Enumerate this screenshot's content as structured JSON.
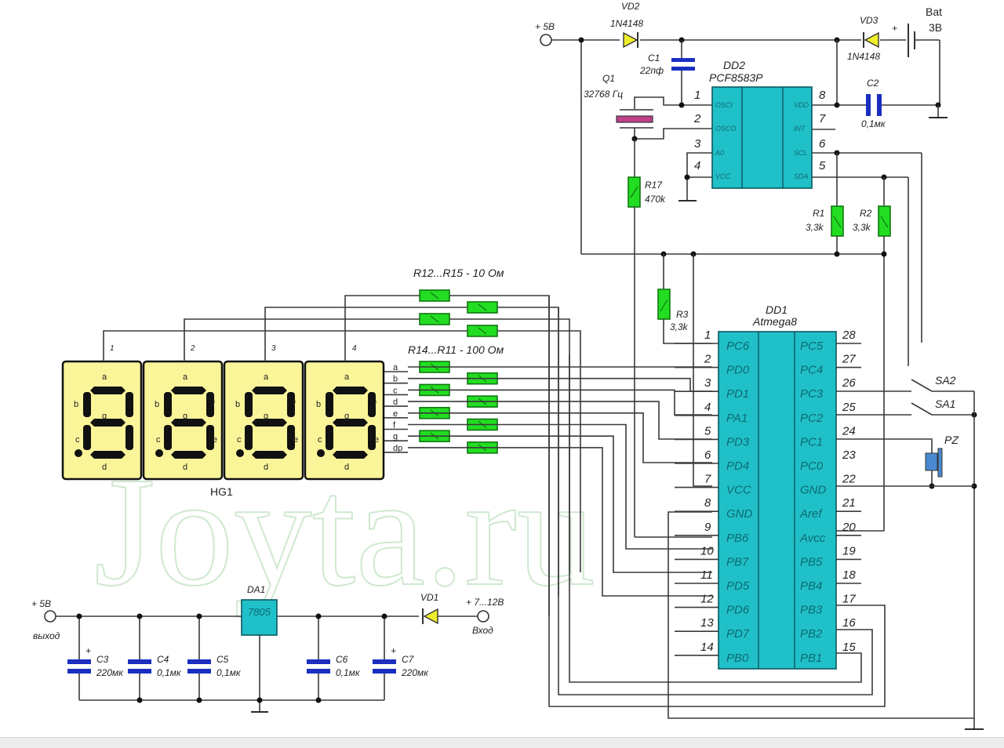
{
  "watermark": "Joyta.ru",
  "power_top": {
    "terminal_label": "+ 5B"
  },
  "vd2": {
    "ref": "VD2",
    "part": "1N4148"
  },
  "vd3": {
    "ref": "VD3",
    "part": "1N4148"
  },
  "battery": {
    "ref": "Bat",
    "value": "3B",
    "plus": "+"
  },
  "c1": {
    "ref": "C1",
    "value": "22пф"
  },
  "c2": {
    "ref": "C2",
    "value": "0,1мк"
  },
  "q1": {
    "ref": "Q1",
    "value": "32768 Гц"
  },
  "dd2": {
    "ref": "DD2",
    "part": "PCF8583P",
    "left_pins": [
      {
        "num": "1",
        "name": "OSCI"
      },
      {
        "num": "2",
        "name": "OSCO"
      },
      {
        "num": "3",
        "name": "A0"
      },
      {
        "num": "4",
        "name": "VCC"
      }
    ],
    "right_pins": [
      {
        "num": "8",
        "name": "VDD"
      },
      {
        "num": "7",
        "name": "INT"
      },
      {
        "num": "6",
        "name": "SCL"
      },
      {
        "num": "5",
        "name": "SDA"
      }
    ]
  },
  "r17": {
    "ref": "R17",
    "value": "470k"
  },
  "r1": {
    "ref": "R1",
    "value": "3,3k"
  },
  "r2": {
    "ref": "R2",
    "value": "3,3k"
  },
  "r3": {
    "ref": "R3",
    "value": "3,3k"
  },
  "res_group_top": "R12...R15 - 10 Ом",
  "res_group_bottom": "R14...R11 - 100 Ом",
  "hg1": {
    "ref": "HG1",
    "digit_numbers": [
      "1",
      "2",
      "3",
      "4"
    ],
    "segment_lines": [
      "a",
      "b",
      "c",
      "d",
      "e",
      "f",
      "g",
      "dp"
    ],
    "segment_labels": {
      "a": "a",
      "b": "b",
      "c": "c",
      "d": "d",
      "e": "e",
      "f": "f",
      "g": "g"
    }
  },
  "dd1": {
    "ref": "DD1",
    "part": "Atmega8",
    "left_pins": [
      {
        "num": "1",
        "name": "PC6"
      },
      {
        "num": "2",
        "name": "PD0"
      },
      {
        "num": "3",
        "name": "PD1"
      },
      {
        "num": "4",
        "name": "PA1"
      },
      {
        "num": "5",
        "name": "PD3"
      },
      {
        "num": "6",
        "name": "PD4"
      },
      {
        "num": "7",
        "name": "VCC"
      },
      {
        "num": "8",
        "name": "GND"
      },
      {
        "num": "9",
        "name": "PB6"
      },
      {
        "num": "10",
        "name": "PB7"
      },
      {
        "num": "11",
        "name": "PD5"
      },
      {
        "num": "12",
        "name": "PD6"
      },
      {
        "num": "13",
        "name": "PD7"
      },
      {
        "num": "14",
        "name": "PB0"
      }
    ],
    "right_pins": [
      {
        "num": "28",
        "name": "PC5"
      },
      {
        "num": "27",
        "name": "PC4"
      },
      {
        "num": "26",
        "name": "PC3"
      },
      {
        "num": "25",
        "name": "PC2"
      },
      {
        "num": "24",
        "name": "PC1"
      },
      {
        "num": "23",
        "name": "PC0"
      },
      {
        "num": "22",
        "name": "GND"
      },
      {
        "num": "21",
        "name": "Aref"
      },
      {
        "num": "20",
        "name": "Avcc"
      },
      {
        "num": "19",
        "name": "PB5"
      },
      {
        "num": "18",
        "name": "PB4"
      },
      {
        "num": "17",
        "name": "PB3"
      },
      {
        "num": "16",
        "name": "PB2"
      },
      {
        "num": "15",
        "name": "PB1"
      }
    ]
  },
  "sa1": {
    "ref": "SA1"
  },
  "sa2": {
    "ref": "SA2"
  },
  "pz": {
    "ref": "PZ"
  },
  "psu": {
    "out_label": "+ 5B",
    "out_caption": "выход",
    "in_label": "+ 7...12B",
    "in_caption": "Вход",
    "da1": {
      "ref": "DA1",
      "part": "7805"
    },
    "vd1": {
      "ref": "VD1"
    },
    "c3": {
      "ref": "C3",
      "value": "220мк",
      "plus": "+"
    },
    "c4": {
      "ref": "C4",
      "value": "0,1мк"
    },
    "c5": {
      "ref": "C5",
      "value": "0,1мк"
    },
    "c6": {
      "ref": "C6",
      "value": "0,1мк"
    },
    "c7": {
      "ref": "C7",
      "value": "220мк",
      "plus": "+"
    }
  }
}
